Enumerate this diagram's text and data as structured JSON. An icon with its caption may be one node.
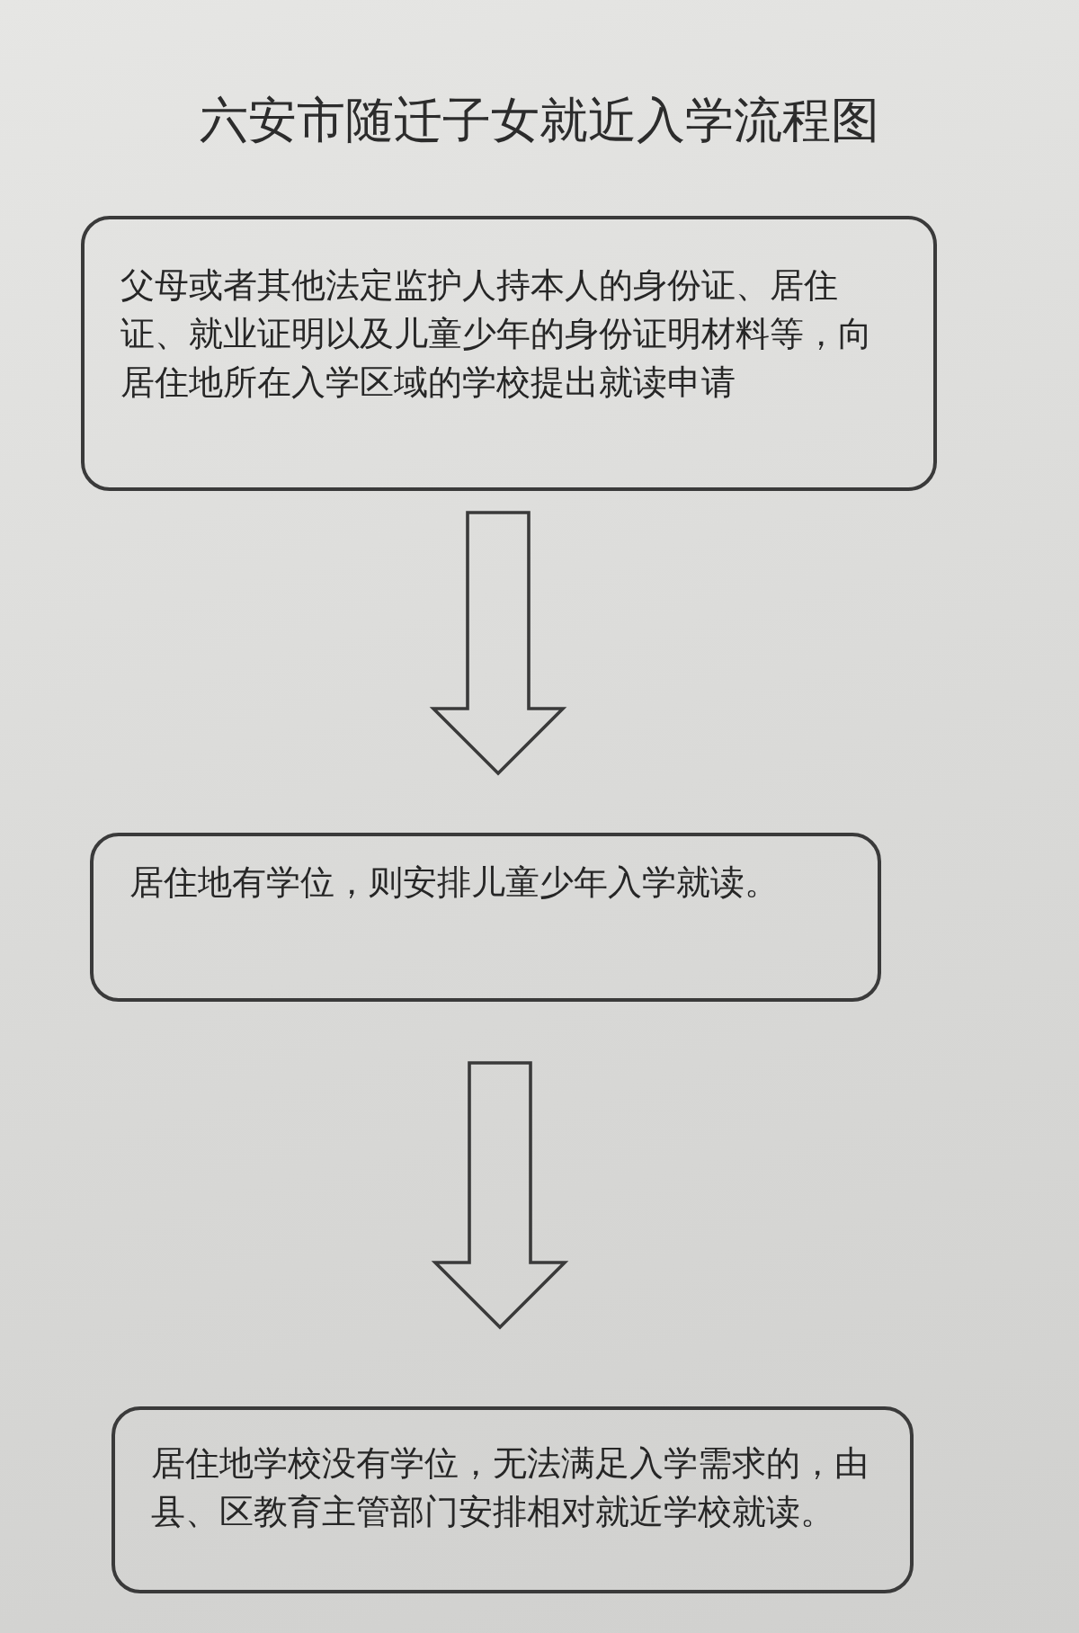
{
  "diagram": {
    "title": "六安市随迁子女就近入学流程图",
    "nodes": [
      {
        "text": [
          "父母或者其他法定监护人持本人的身份证、居住证、就业证明以及儿童少年的身份证明材料等，向居住地所在入学区域的学校提出就读申请"
        ]
      },
      {
        "text": [
          "居住地有学位，则安排儿童少年入学就读。"
        ]
      },
      {
        "text": [
          "居住地学校没有学位，无法满足入学需求的，由县、区教育主管部门安排相对就近学校就读。"
        ]
      }
    ],
    "edges": [
      {
        "from": 0,
        "to": 1,
        "arrow": "to"
      },
      {
        "from": 1,
        "to": 2,
        "arrow": "to"
      }
    ]
  }
}
